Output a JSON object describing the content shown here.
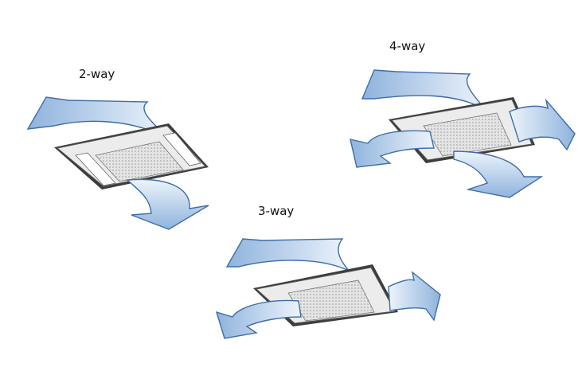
{
  "labels": {
    "two_way": "2-way",
    "three_way": "3-way",
    "four_way": "4-way"
  },
  "colors": {
    "arrow_light": "#e6f0fa",
    "arrow_dark": "#8fb3dd",
    "arrow_stroke": "#3f6da6",
    "panel_dark": "#3d3d3d",
    "panel_light": "#ececec",
    "grille": "#cfcfcf"
  }
}
